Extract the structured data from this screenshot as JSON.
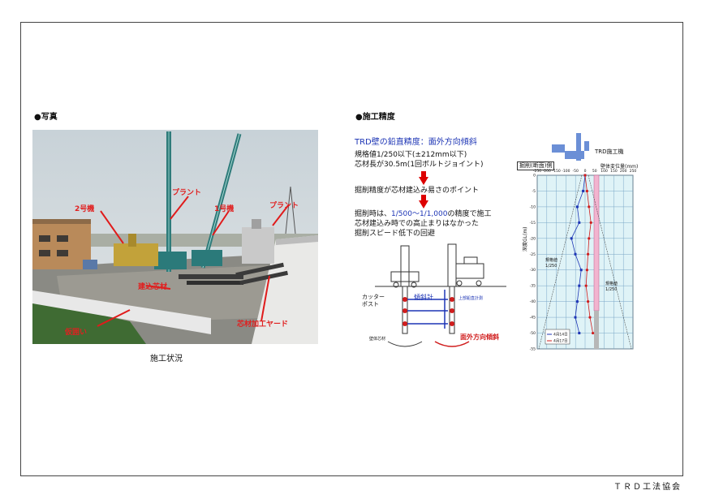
{
  "left_section": {
    "title": "●写真",
    "caption": "施工状況"
  },
  "photo_labels": {
    "machine2": "2号機",
    "plant_a": "プラント",
    "machine1": "1号機",
    "plant_b": "プラント",
    "core_material": "建込芯材",
    "fence": "仮囲い",
    "yard": "芯材加工ヤード"
  },
  "right_section": {
    "title": "●施工精度",
    "heading": "TRD壁の鉛直精度：面外方向傾斜",
    "lines": [
      "規格値1/250以下(±212mm以下)",
      "芯材長が30.5m(1回ボルトジョイント)"
    ],
    "point": "掘削精度が芯材建込み易さのポイント",
    "result_prefix": "掘削時は、",
    "result_highlight": "1/500～1/1,000",
    "result_suffix": "の精度で施工",
    "result_lines": [
      "芯材建込み時での高止まりはなかった",
      "掘削スピード低下の回避"
    ]
  },
  "diagram_labels": {
    "cutter_post": "カッター\nポスト",
    "inclinometer": "傾斜計",
    "outward_tilt": "面外方向傾斜",
    "small_note": "上部鉛直計測",
    "wall": "壁体芯材"
  },
  "graph": {
    "machine_label": "TRD施工機",
    "header_tag": "掘削(断面)側",
    "x_title": "壁体変位量(mm)",
    "x_ticks": [
      "-250",
      "-200",
      "-150",
      "-100",
      "-50",
      "0",
      "50",
      "100",
      "150",
      "200",
      "250"
    ],
    "y_title": "深度GL(m)",
    "y_ticks": [
      "0",
      "-5",
      "-10",
      "-15",
      "-20",
      "-25",
      "-30",
      "-35",
      "-40",
      "-45",
      "-50",
      "-55"
    ],
    "std_label_upper": "規格値\n1/250",
    "std_label_lower": "規格値\n1/250",
    "legend": [
      "4月14日",
      "4月17日"
    ],
    "colors": {
      "series_blue": "#1d35b5",
      "series_red": "#d01c1c",
      "grid": "#7aa7c7",
      "bg": "#dff3f7"
    }
  },
  "footer": "ＴＲＤ工法協会"
}
